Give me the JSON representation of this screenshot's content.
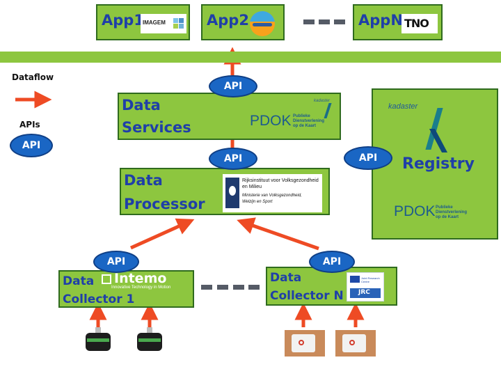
{
  "apps": [
    {
      "label": "App1",
      "logo_text": "IMAGEM"
    },
    {
      "label": "App2"
    },
    {
      "label": "AppN",
      "logo_text": "TNO"
    }
  ],
  "legend": {
    "dataflow": "Dataflow",
    "apis": "APIs",
    "api_label": "API"
  },
  "api_label": "API",
  "data_services": {
    "line1": "Data",
    "line2": "Services",
    "logo_main": "PDOK",
    "logo_sub1": "Publieke",
    "logo_sub2": "Dienstverlening",
    "logo_sub3": "op de Kaart",
    "logo_small": "kadaster"
  },
  "data_processor": {
    "line1": "Data",
    "line2": "Processor",
    "logo_lines": [
      "Rijksinstituut voor Volksgezondheid",
      "en Milieu",
      "Ministerie van Volksgezondheid,",
      "Welzijn en Sport"
    ]
  },
  "registry": {
    "title": "Registry",
    "kadaster": "kadaster",
    "pdok": "PDOK",
    "pdok_sub1": "Publieke",
    "pdok_sub2": "Dienstverlening",
    "pdok_sub3": "op de Kaart"
  },
  "collector1": {
    "line1": "Data",
    "line2": "Collector 1",
    "logo": "Intemo",
    "logo_tagline": "Innovative Technology in Motion"
  },
  "collectorN": {
    "line1": "Data",
    "line2": "Collector N",
    "logo": "JRC",
    "logo_caption": "Joint Research Centre"
  },
  "colors": {
    "box_fill": "#8dc63f",
    "box_border": "#2f6b1e",
    "title_text": "#1f3fa8",
    "api_fill": "#1a66c4",
    "arrow": "#ee4b24",
    "dash": "#555b66"
  }
}
